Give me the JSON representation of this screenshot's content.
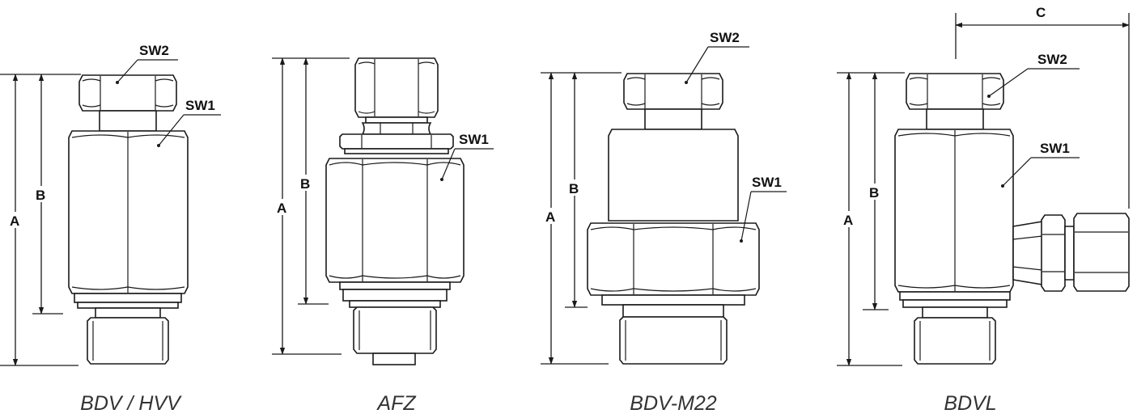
{
  "labels": {
    "a": "A",
    "b": "B",
    "c": "C",
    "sw1": "SW1",
    "sw2": "SW2"
  },
  "captions": {
    "bdv_hvv": "BDV / HVV",
    "afz": "AFZ",
    "bdv_m22": "BDV-M22",
    "bdvl": "BDVL"
  },
  "colors": {
    "line": "#1a1a1a",
    "caption": "#333333"
  }
}
